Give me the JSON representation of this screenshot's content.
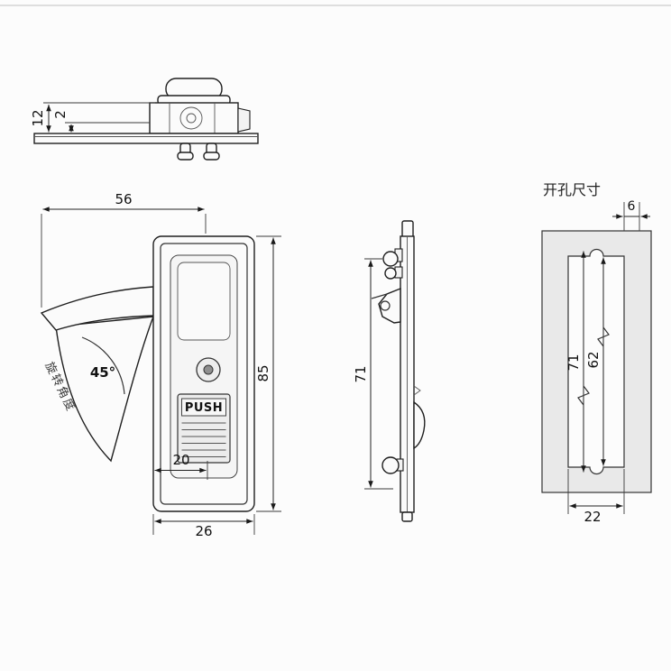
{
  "colors": {
    "background": "#fcfcfc",
    "line": "#1f1f1f",
    "panel_fill": "#e9e9e9",
    "cutout_fill": "#fcfcfc"
  },
  "top_view": {
    "dims": {
      "height_above_panel": "12",
      "panel_thickness": "2"
    }
  },
  "front_view": {
    "push": "PUSH",
    "angle": "45°",
    "rotation_label": "旋转角度",
    "dims": {
      "width_total": "56",
      "height": "85",
      "button_width": "20",
      "body_width": "26"
    }
  },
  "side_view": {
    "dims": {
      "height": "71"
    }
  },
  "cutout_view": {
    "title": "开孔尺寸",
    "dims": {
      "edge_offset": "6",
      "total_height": "71",
      "slot_height": "62",
      "width": "22"
    }
  }
}
